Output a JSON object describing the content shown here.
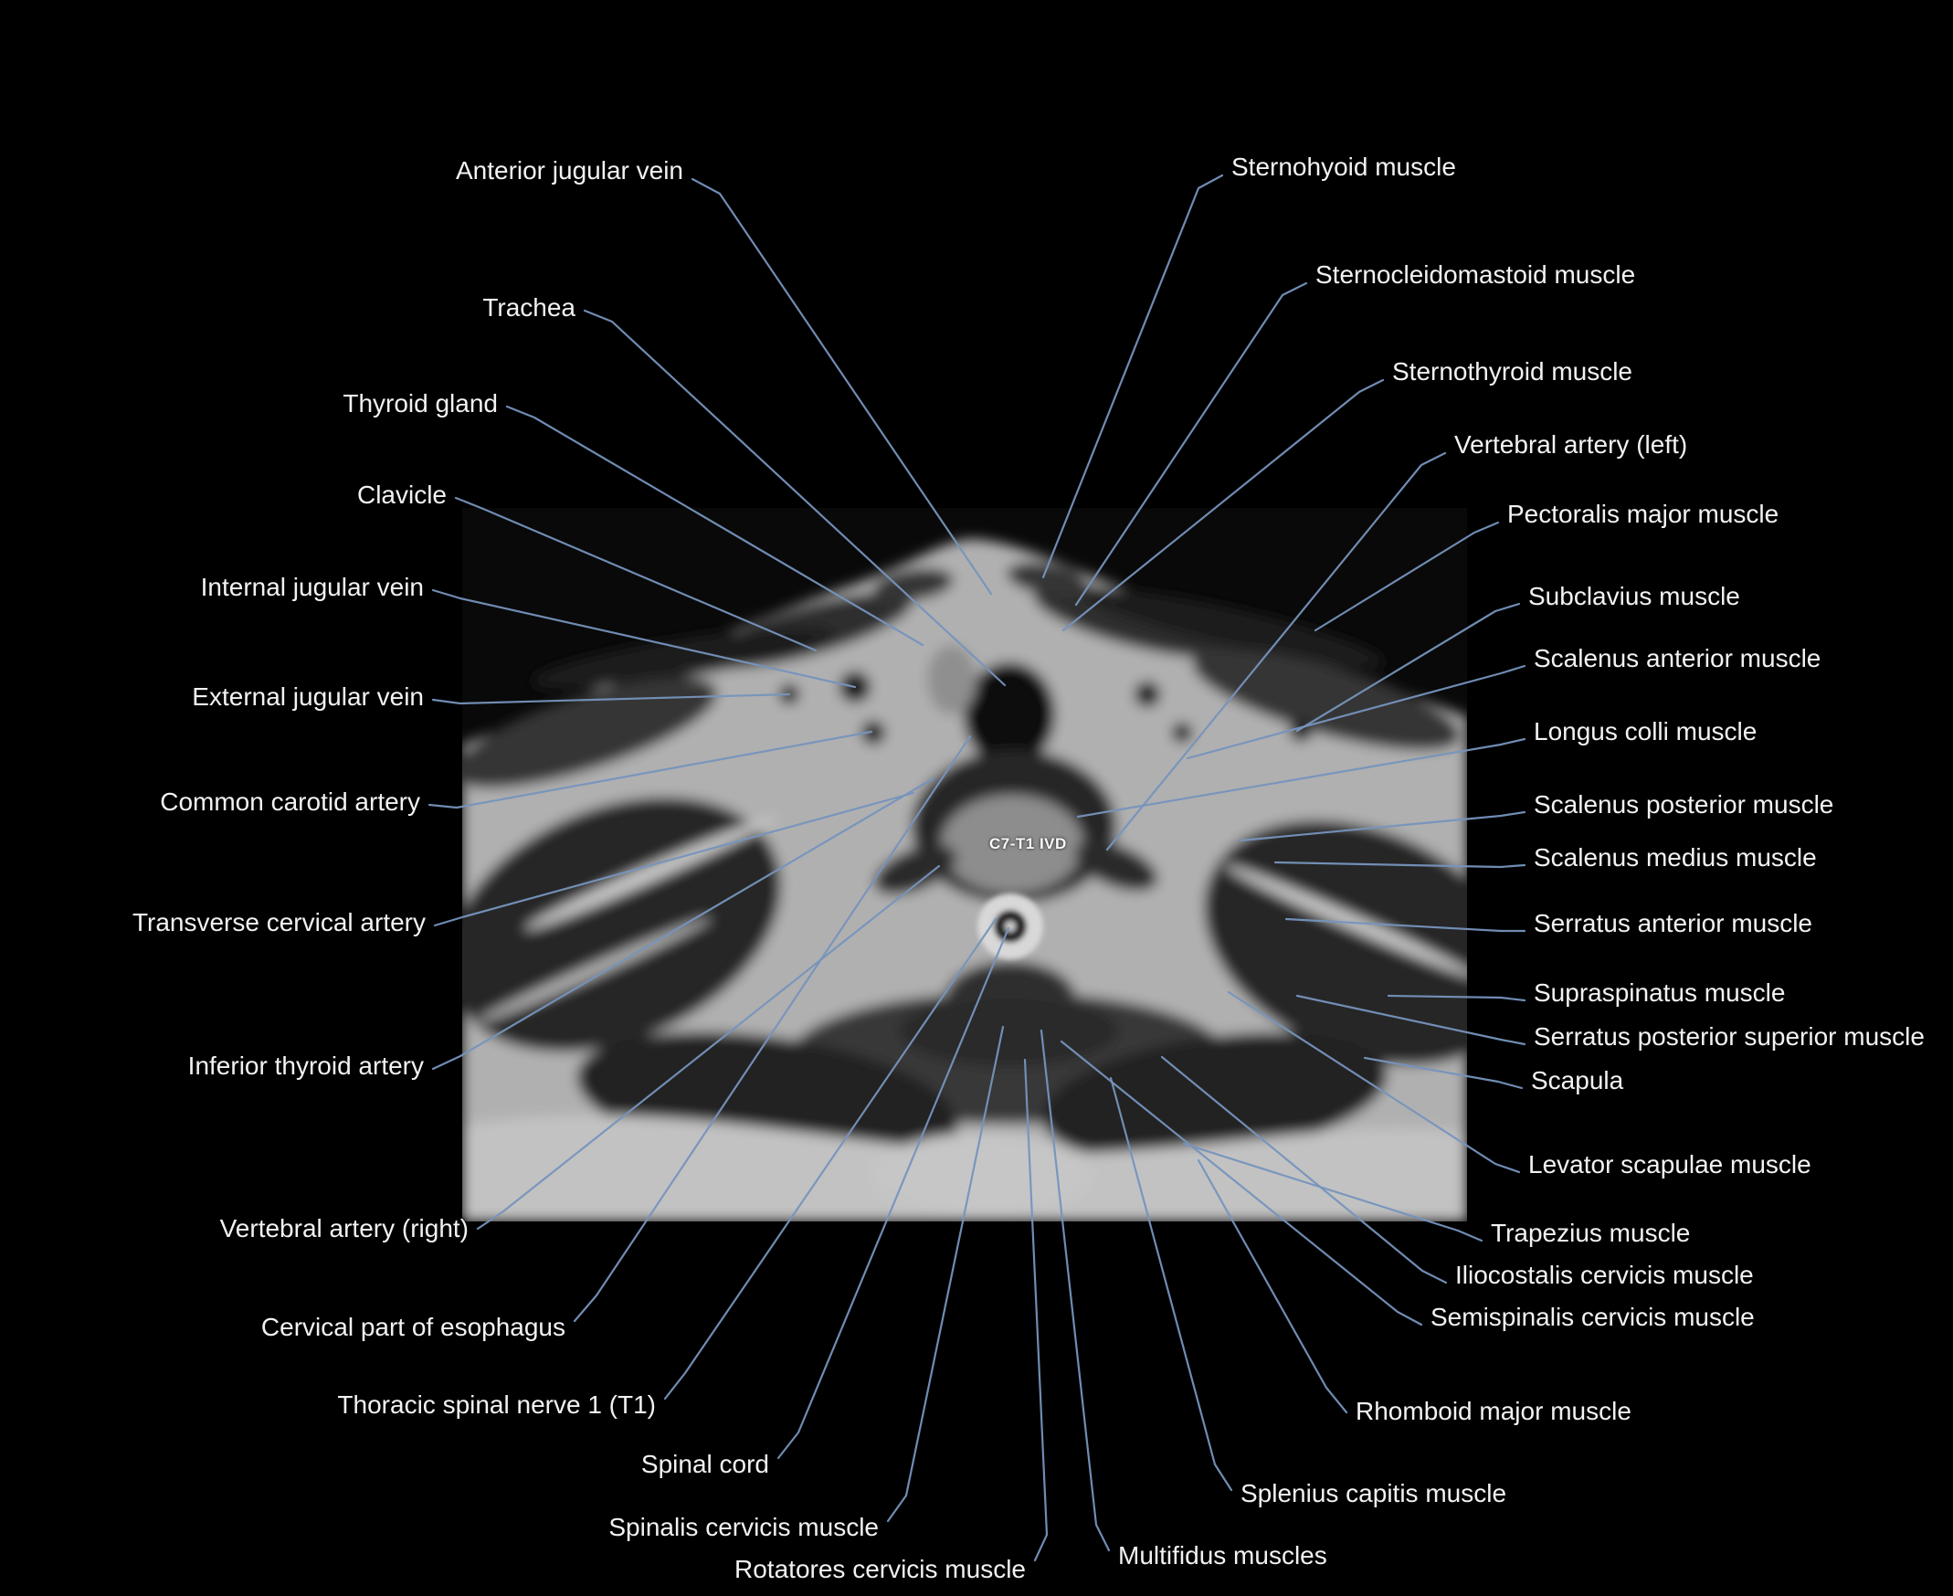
{
  "figure": {
    "type": "labeled axial MRI cross-section of the neck at the C7-T1 level",
    "level_annotation": "C7-T1 IVD"
  },
  "colors": {
    "background": "#000000",
    "leader_line": "#7693bd",
    "label_text": "#f2f2f2"
  },
  "labels": [
    {
      "text": "Anterior jugular vein"
    },
    {
      "text": "Trachea"
    },
    {
      "text": "Thyroid gland"
    },
    {
      "text": "Clavicle"
    },
    {
      "text": "Internal jugular vein"
    },
    {
      "text": "External jugular vein"
    },
    {
      "text": "Common carotid artery"
    },
    {
      "text": "Transverse cervical artery"
    },
    {
      "text": "Inferior thyroid artery"
    },
    {
      "text": "Vertebral artery (right)"
    },
    {
      "text": "Cervical part of esophagus"
    },
    {
      "text": "Thoracic spinal nerve 1 (T1)"
    },
    {
      "text": "Spinal cord"
    },
    {
      "text": "Spinalis cervicis muscle"
    },
    {
      "text": "Rotatores cervicis muscle"
    },
    {
      "text": "Sternohyoid muscle"
    },
    {
      "text": "Sternocleidomastoid muscle"
    },
    {
      "text": "Sternothyroid muscle"
    },
    {
      "text": "Vertebral artery (left)"
    },
    {
      "text": "Pectoralis major muscle"
    },
    {
      "text": "Subclavius muscle"
    },
    {
      "text": "Scalenus anterior muscle"
    },
    {
      "text": "Longus colli muscle"
    },
    {
      "text": "Scalenus posterior muscle"
    },
    {
      "text": "Scalenus medius muscle"
    },
    {
      "text": "Serratus anterior muscle"
    },
    {
      "text": "Supraspinatus muscle"
    },
    {
      "text": "Serratus posterior superior muscle"
    },
    {
      "text": "Scapula"
    },
    {
      "text": "Levator scapulae muscle"
    },
    {
      "text": "Trapezius muscle"
    },
    {
      "text": "Iliocostalis cervicis muscle"
    },
    {
      "text": "Semispinalis cervicis muscle"
    },
    {
      "text": "Rhomboid major muscle"
    },
    {
      "text": "Splenius capitis muscle"
    },
    {
      "text": "Multifidus muscles"
    }
  ]
}
